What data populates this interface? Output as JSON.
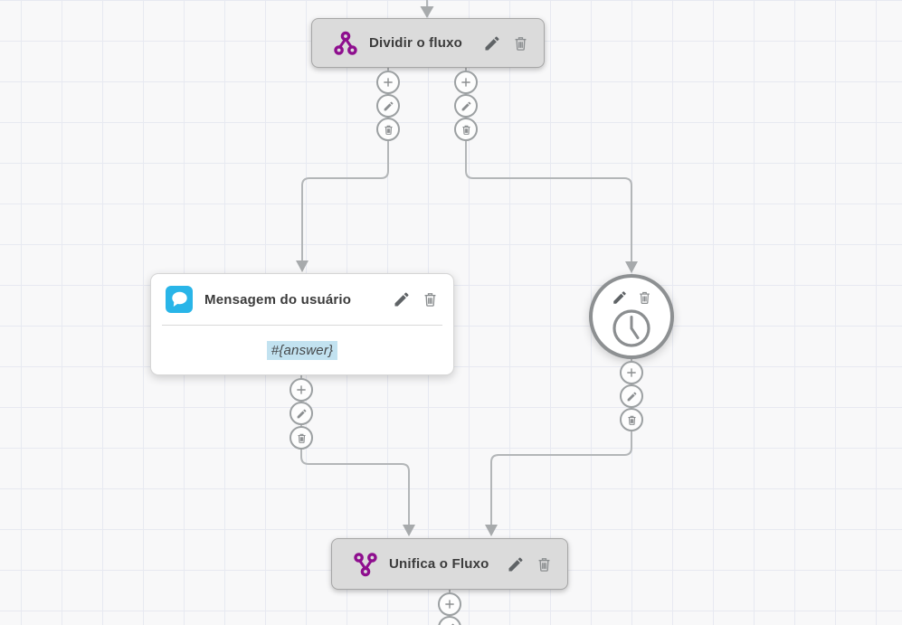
{
  "colors": {
    "purple": "#8e0e8e",
    "cyan": "#29b5e8",
    "highlight_blue": "#c2e2f0",
    "node_gray": "#dbdbdb",
    "wire_gray": "#b3b6b8"
  },
  "icons": {
    "split": "branch-three-dots",
    "merge": "inverted-branch-three-dots",
    "message": "speech-bubble",
    "wait": "clock",
    "edit": "pencil",
    "delete": "trash",
    "add": "plus"
  },
  "flow": {
    "split_node": {
      "title": "Dividir o fluxo"
    },
    "message_node": {
      "title": "Mensagem do usuário",
      "content": "#{answer}"
    },
    "wait_node": {
      "title": ""
    },
    "merge_node": {
      "title": "Unifica o Fluxo"
    }
  }
}
